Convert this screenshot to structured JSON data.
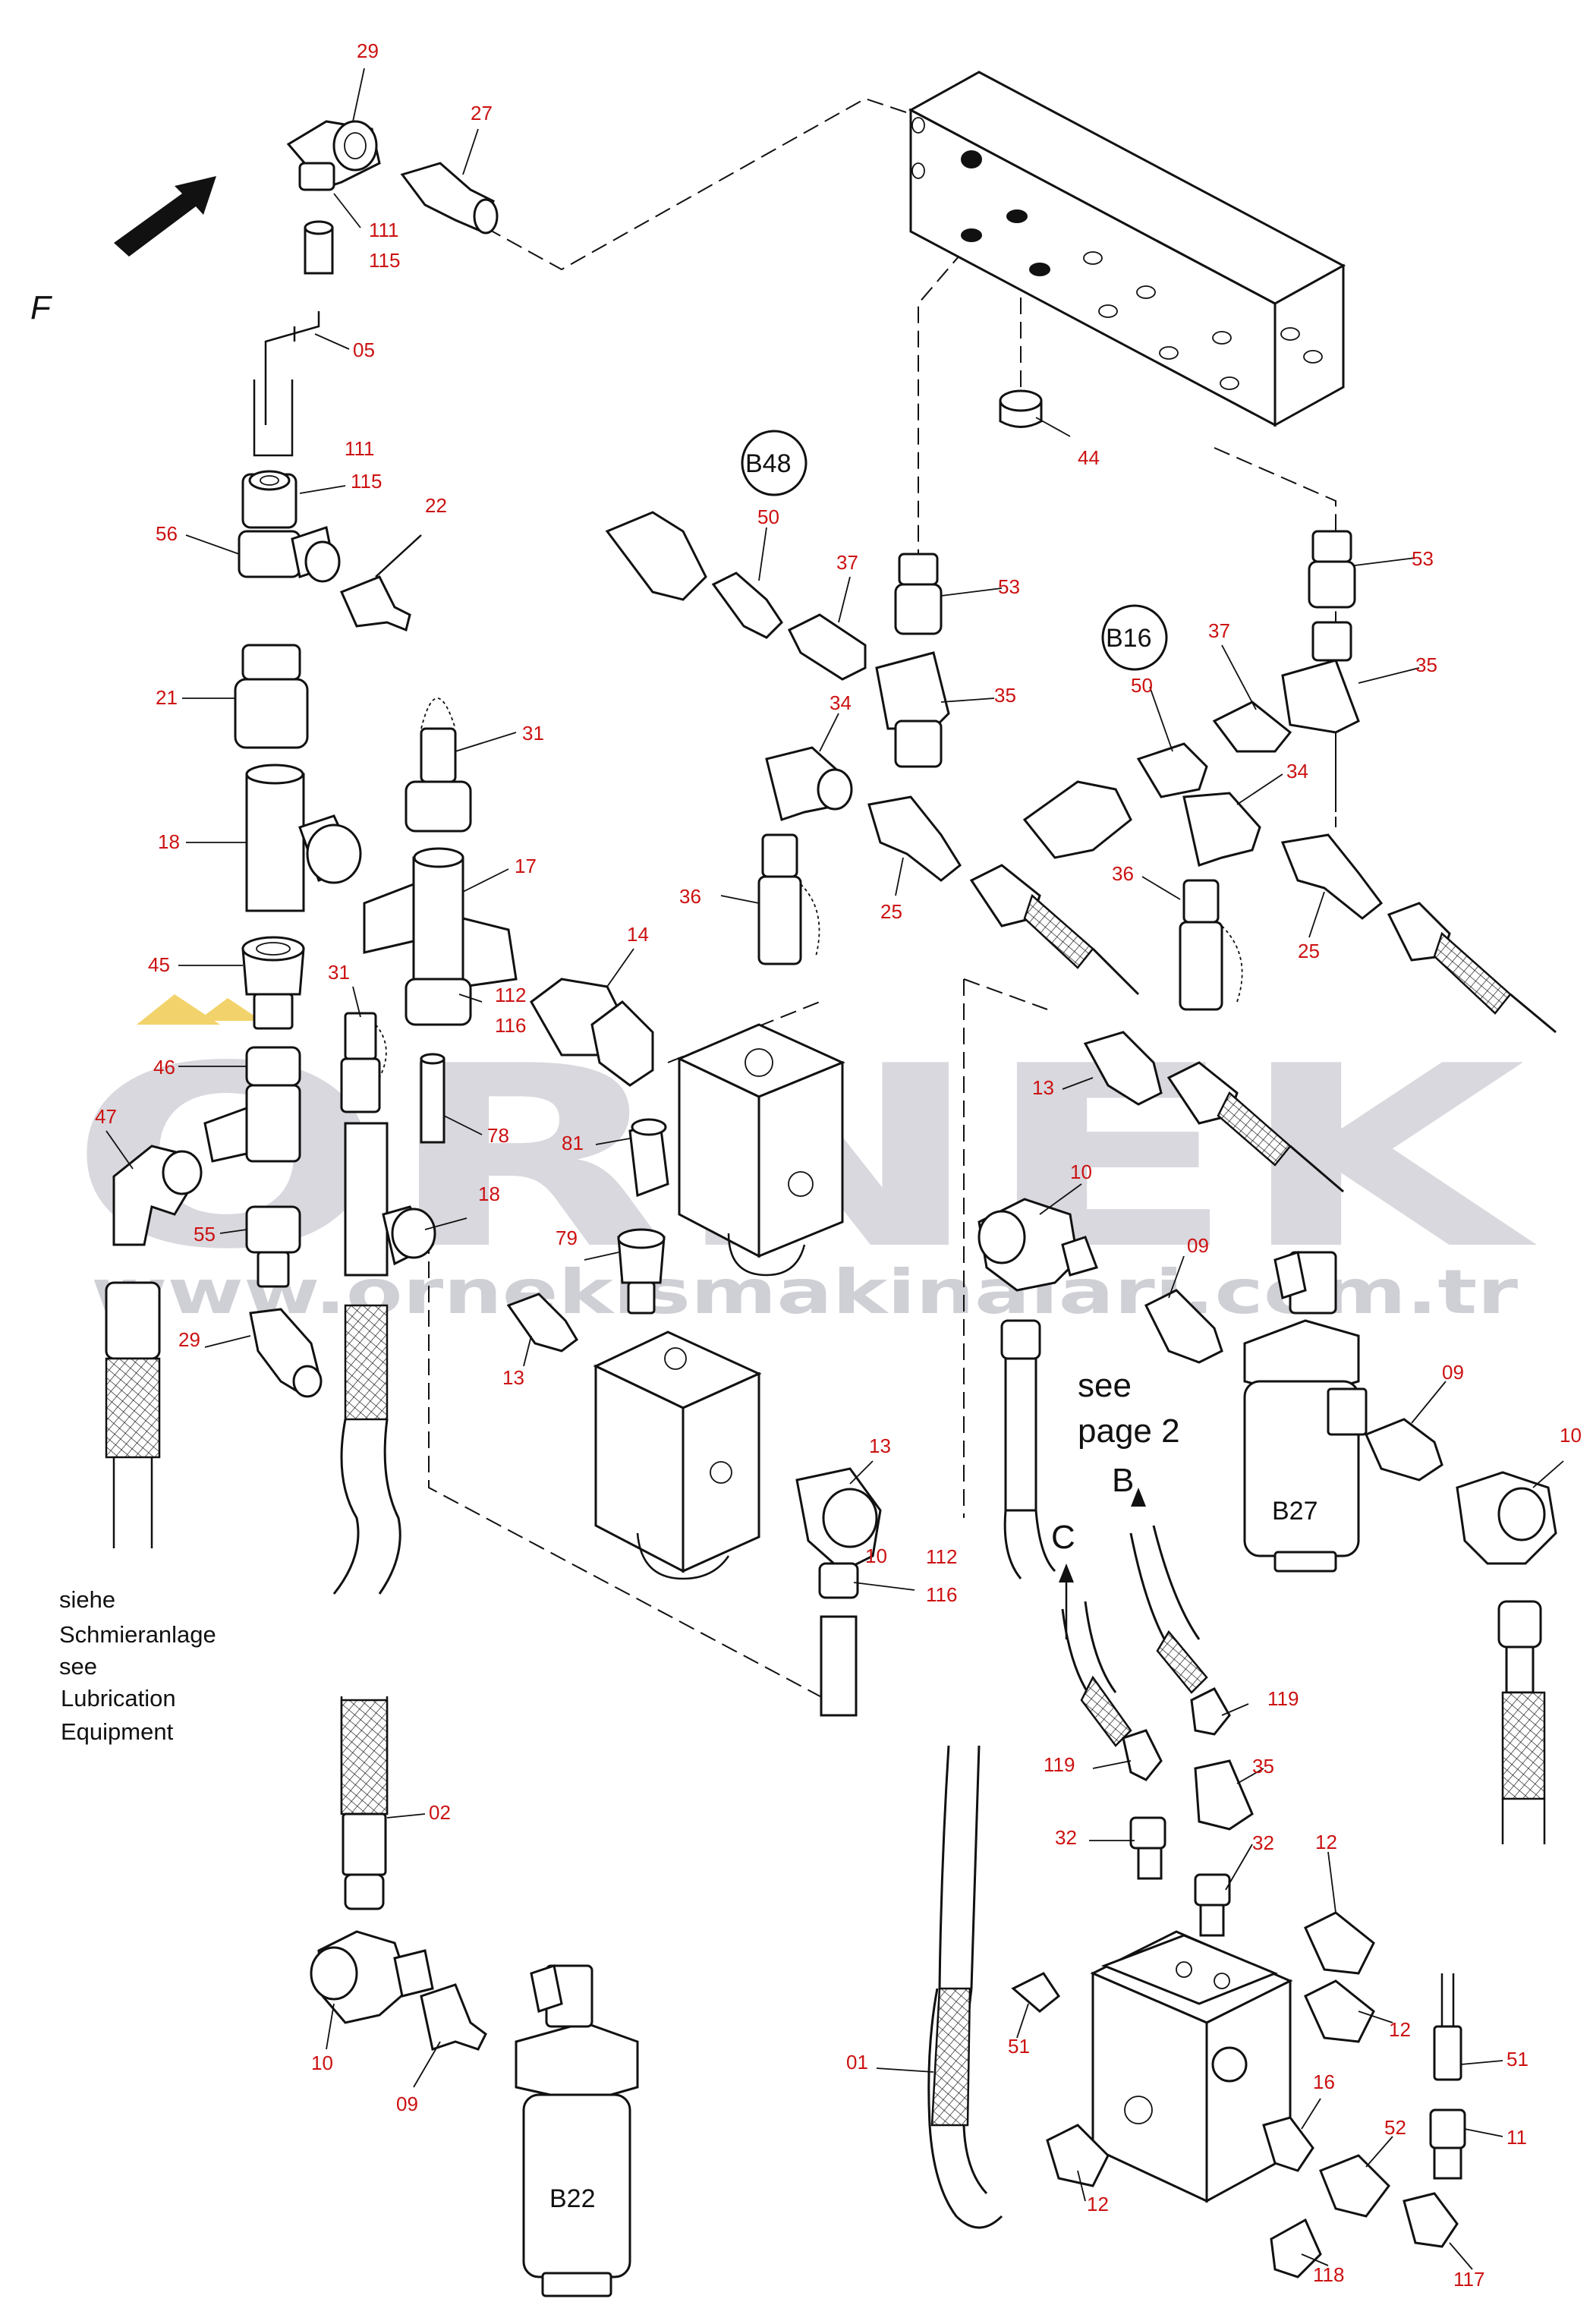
{
  "watermark": {
    "brand": "ORNEK",
    "url": "www.ornekismakinalari.com.tr",
    "color": "#d8d8de",
    "accent": "#f2d36b"
  },
  "view_label": "F",
  "notes": {
    "lubrication": [
      "siehe",
      "Schmieranlage",
      "see",
      "Lubrication",
      "Equipment"
    ],
    "see_page": [
      "see",
      "page 2"
    ],
    "arrow_b": "B",
    "arrow_c": "C"
  },
  "callouts": [
    "B48",
    "B16",
    "B27",
    "B22"
  ],
  "part_numbers": [
    "29",
    "27",
    "111",
    "115",
    "05",
    "111",
    "115",
    "56",
    "22",
    "21",
    "31",
    "18",
    "17",
    "14",
    "45",
    "31",
    "112",
    "116",
    "46",
    "78",
    "81",
    "47",
    "18",
    "55",
    "79",
    "13",
    "29",
    "13",
    "10",
    "112",
    "116",
    "02",
    "10",
    "09",
    "44",
    "50",
    "37",
    "53",
    "34",
    "35",
    "36",
    "25",
    "50",
    "37",
    "53",
    "35",
    "34",
    "36",
    "25",
    "13",
    "10",
    "09",
    "09",
    "10",
    "119",
    "119",
    "35",
    "32",
    "32",
    "12",
    "51",
    "12",
    "01",
    "12",
    "16",
    "52",
    "51",
    "11",
    "118",
    "117"
  ],
  "colors": {
    "part_number": "#cc1111",
    "line": "#111111",
    "background": "#ffffff"
  }
}
